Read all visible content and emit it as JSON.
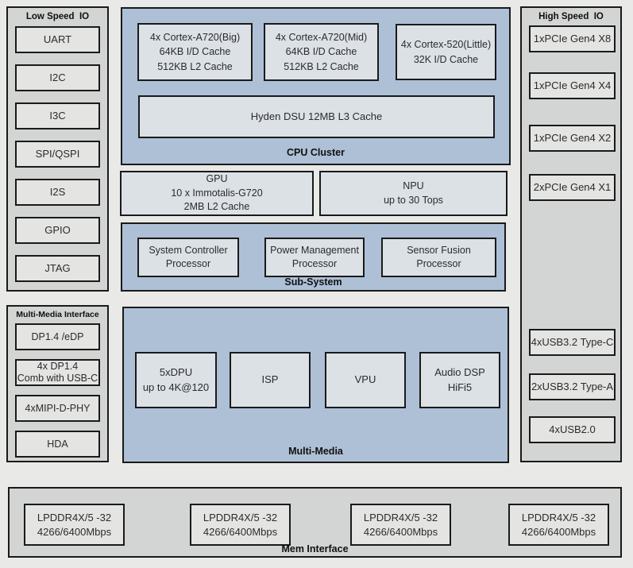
{
  "colors": {
    "background": "#e9eae7",
    "panel_gray": "#d3d4d4",
    "container_blue": "#aec0d6",
    "cell_light": "#e4e5e3",
    "cell_blue_tint": "#dce1e6",
    "border": "#1a1a1a"
  },
  "low_speed_io": {
    "title": "Low Speed  IO",
    "items": [
      "UART",
      "I2C",
      "I3C",
      "SPI/QSPI",
      "I2S",
      "GPIO",
      "JTAG"
    ]
  },
  "multimedia_interface": {
    "title": "Multi-Media Interface",
    "items": [
      {
        "l1": "DP1.4 /eDP"
      },
      {
        "l1": "4x DP1.4",
        "l2": "Comb with USB-C"
      },
      {
        "l1": "4xMIPI-D-PHY"
      },
      {
        "l1": "HDA"
      }
    ]
  },
  "cpu_cluster": {
    "label": "CPU Cluster",
    "cores": [
      {
        "l1": "4x Cortex-A720(Big)",
        "l2": "64KB I/D Cache",
        "l3": "512KB L2 Cache"
      },
      {
        "l1": "4x Cortex-A720(Mid)",
        "l2": "64KB I/D Cache",
        "l3": "512KB L2 Cache"
      },
      {
        "l1": "4x Cortex-520(Little)",
        "l2": "32K I/D Cache"
      }
    ],
    "l3_cache": "Hyden DSU 12MB L3  Cache"
  },
  "gpu": {
    "l1": "GPU",
    "l2": "10 x Immotalis-G720",
    "l3": "2MB L2 Cache"
  },
  "npu": {
    "l1": "NPU",
    "l2": "up to 30 Tops"
  },
  "sub_system": {
    "label": "Sub-System",
    "processors": [
      {
        "l1": "System Controller",
        "l2": "Processor"
      },
      {
        "l1": "Power Management",
        "l2": "Processor"
      },
      {
        "l1": "Sensor Fusion",
        "l2": "Processor"
      }
    ]
  },
  "multi_media": {
    "label": "Multi-Media",
    "blocks": [
      {
        "l1": "5xDPU",
        "l2": "up to 4K@120"
      },
      {
        "l1": "ISP"
      },
      {
        "l1": "VPU"
      },
      {
        "l1": "Audio DSP",
        "l2": "HiFi5"
      }
    ]
  },
  "high_speed_io": {
    "title": "High Speed  IO",
    "pcie_items": [
      "1xPCIe Gen4 X8",
      "1xPCIe Gen4 X4",
      "1xPCIe Gen4 X2",
      "2xPCIe Gen4 X1"
    ],
    "usb_items": [
      "4xUSB3.2 Type-C",
      "2xUSB3.2 Type-A",
      "4xUSB2.0"
    ]
  },
  "mem_interface": {
    "label": "Mem Interface",
    "channels": [
      {
        "l1": "LPDDR4X/5 -32",
        "l2": "4266/6400Mbps"
      },
      {
        "l1": "LPDDR4X/5 -32",
        "l2": "4266/6400Mbps"
      },
      {
        "l1": "LPDDR4X/5 -32",
        "l2": "4266/6400Mbps"
      },
      {
        "l1": "LPDDR4X/5 -32",
        "l2": "4266/6400Mbps"
      }
    ]
  }
}
